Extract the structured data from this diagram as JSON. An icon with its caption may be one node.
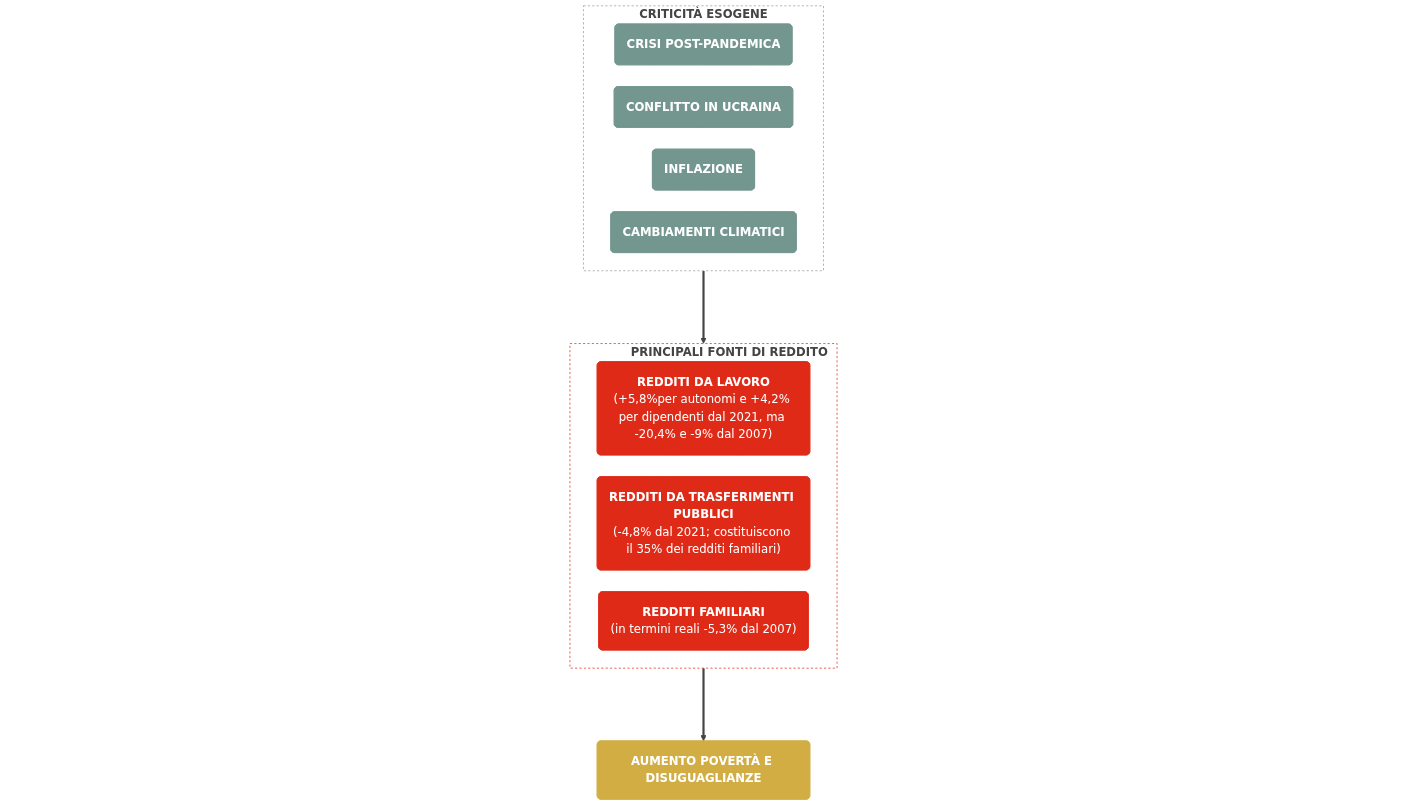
{
  "diagram": {
    "nodes": [
      {
        "text": [
          "CRITICITÀ ESOGENE"
        ]
      },
      {
        "text": [
          "CRISI POST-PANDEMICA"
        ],
        "in": 0
      },
      {
        "text": [
          "CONFLITTO IN UCRAINA"
        ],
        "in": 0
      },
      {
        "text": [
          "INFLAZIONE"
        ],
        "in": 0
      },
      {
        "text": [
          "CAMBIAMENTI CLIMATICI"
        ],
        "in": 0
      },
      {
        "text": [
          "PRINCIPALI FONTI DI REDDITO"
        ]
      },
      {
        "text": [
          "REDDITI DA LAVORO",
          "(+5,8%per autonomi e +4,2% per dipendenti dal 2021, ma -20,4% e -9% dal 2007)"
        ],
        "in": 5
      },
      {
        "text": [
          "REDDITI DA TRASFERIMENTI PUBBLICI",
          "(-4,8% dal 2021; costituiscono il 35% dei redditi familiari)"
        ],
        "in": 5
      },
      {
        "text": [
          "REDDITI FAMILIARI",
          "(in termini reali -5,3% dal 2007)"
        ],
        "in": 5
      },
      {
        "text": [
          "AUMENTO POVERTÀ E DISUGUAGLIANZE"
        ]
      }
    ],
    "edges": [
      {
        "from": 0,
        "to": 5,
        "arrow": "to"
      },
      {
        "from": 5,
        "to": 9,
        "arrow": "to"
      }
    ]
  }
}
